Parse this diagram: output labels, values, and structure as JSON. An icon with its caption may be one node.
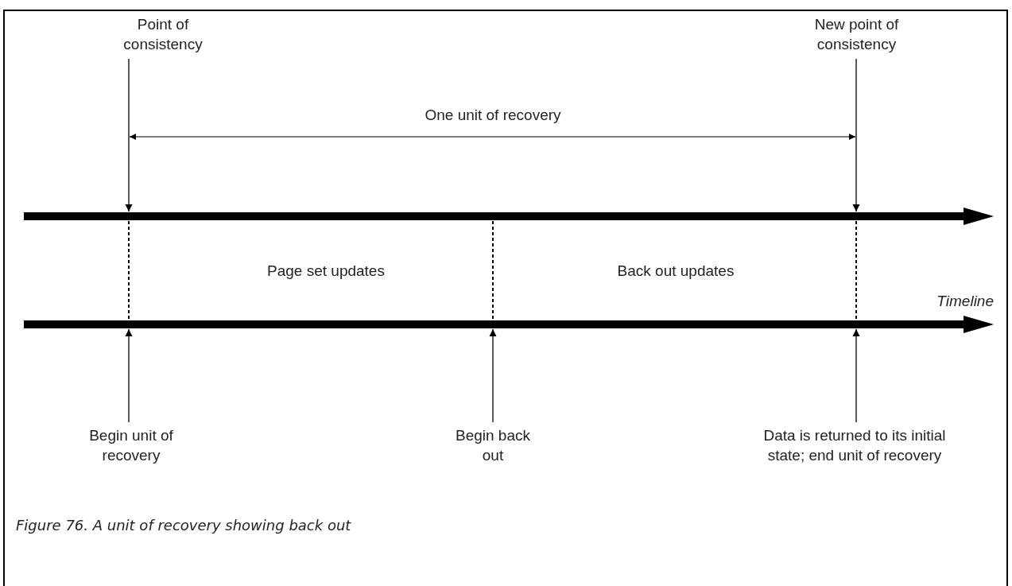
{
  "diagram": {
    "caption": "Figure 76. A unit of recovery showing back out",
    "nodes": [
      {
        "text": [
          "Point of consistency"
        ]
      },
      {
        "text": [
          "New point of consistency"
        ]
      },
      {
        "text": [],
        "shape": "bar"
      },
      {
        "text": [],
        "shape": "bar"
      },
      {
        "text": [
          "Begin unit of recovery"
        ]
      },
      {
        "text": [
          "Begin back out"
        ]
      },
      {
        "text": [
          "Data is returned to its initial state; end unit of recovery"
        ]
      }
    ],
    "edges": [
      {
        "from": 0,
        "to": 2,
        "arrow": "to"
      },
      {
        "from": 1,
        "to": 2,
        "arrow": "to"
      },
      {
        "from": 2,
        "to": 3,
        "arrow": "none",
        "style": "dashed"
      },
      {
        "from": 2,
        "to": 3,
        "arrow": "none",
        "style": "dashed"
      },
      {
        "from": 2,
        "to": 3,
        "arrow": "none",
        "style": "dashed"
      },
      {
        "from": 4,
        "to": 3,
        "arrow": "to"
      },
      {
        "from": 5,
        "to": 3,
        "arrow": "to"
      },
      {
        "from": 6,
        "to": 3,
        "arrow": "to"
      }
    ],
    "labels": [
      "One unit of recovery",
      "Page set updates",
      "Back out updates",
      "Timeline"
    ]
  }
}
